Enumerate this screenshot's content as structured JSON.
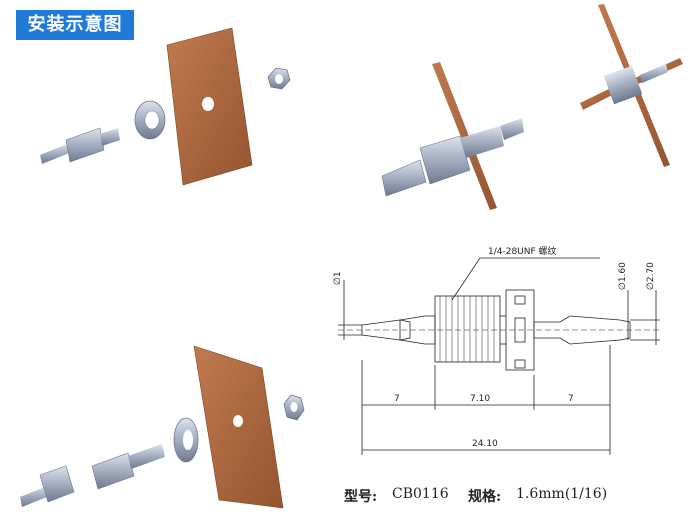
{
  "title": "安装示意图",
  "drawing": {
    "thread_label": "1/4-28UNF 螺纹",
    "dims": {
      "d1": "∅1",
      "d160": "∅1.60",
      "d270": "∅2.70",
      "l7a": "7",
      "l710": "7.10",
      "l7b": "7",
      "total": "24.10"
    }
  },
  "footer": {
    "model_label": "型号:",
    "model_value": "CB0116",
    "spec_label": "规格:",
    "spec_value": "1.6mm(1/16)"
  },
  "colors": {
    "badge": "#1f7ad8",
    "plate": "#b0683f",
    "metal": "#9aa4b8"
  }
}
